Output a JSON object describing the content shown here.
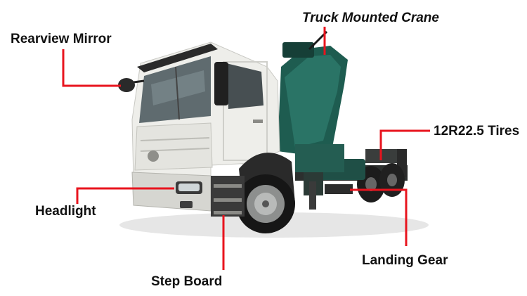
{
  "image": {
    "subject": "truck-tractor-with-crane",
    "leader_color": "#e8141e"
  },
  "labels": {
    "rearview_mirror": "Rearview Mirror",
    "crane": "Truck Mounted Crane",
    "tires": "12R22.5 Tires",
    "headlight": "Headlight",
    "landing_gear": "Landing Gear",
    "step_board": "Step Board"
  }
}
